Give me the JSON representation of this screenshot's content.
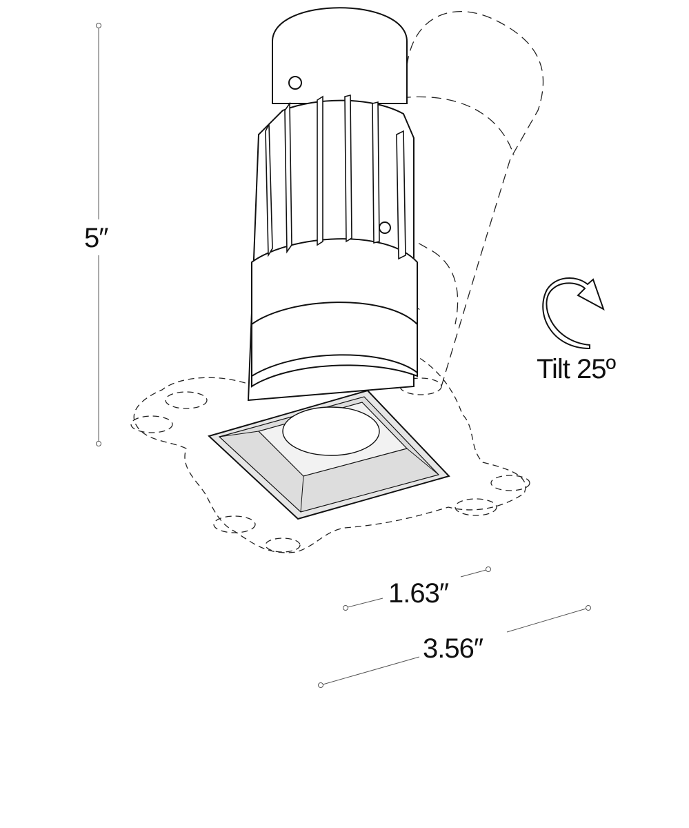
{
  "dimensions": {
    "height_label": "5″",
    "inner_width_label": "1.63″",
    "outer_width_label": "3.56″"
  },
  "tilt": {
    "label": "Tilt 25º"
  },
  "colors": {
    "line": "#111111",
    "dim_line": "#555555",
    "body_fill": "#ffffff",
    "trim_fill": "#e6e6e6"
  }
}
